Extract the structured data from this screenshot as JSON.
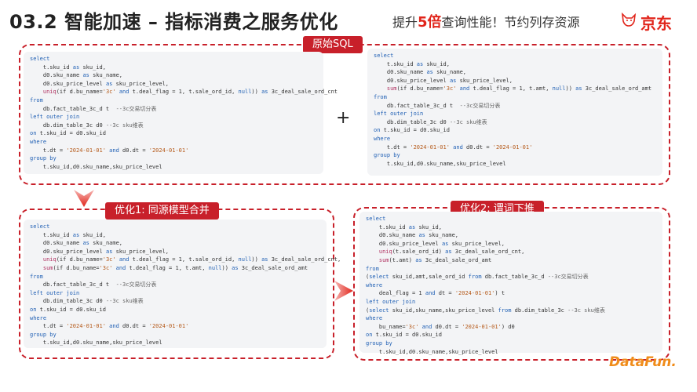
{
  "header": {
    "title": "03.2 智能加速 – 指标消费之服务优化",
    "subtitle_prefix": "提升",
    "subtitle_highlight": "5倍",
    "subtitle_suffix": "查询性能！节约列存资源",
    "logo_text": "京东"
  },
  "top_panel": {
    "label": "原始SQL"
  },
  "bottom_left_panel": {
    "label": "优化1: 同源模型合并"
  },
  "bottom_right_panel": {
    "label": "优化2: 谓词下推"
  },
  "plus_sign": "+",
  "footer": {
    "brand": "DataFun."
  },
  "code_blocks": {
    "top_left": [
      "select",
      "    t.sku_id as sku_id,",
      "    d0.sku_name as sku_name,",
      "    d0.sku_price_level as sku_price_level,",
      "    uniq(if d.bu_name='3c' and t.deal_flag = 1, t.sale_ord_id, null)) as 3c_deal_sale_ord_cnt",
      "from",
      "    db.fact_table_3c_d t  --3c交易切分表",
      "left outer join",
      "    db.dim_table_3c d0 --3c sku维表",
      "on t.sku_id = d0.sku_id",
      "where",
      "    t.dt = '2024-01-01' and d0.dt = '2024-01-01'",
      "group by",
      "    t.sku_id,d0.sku_name,sku_price_level"
    ],
    "top_right": [
      "select",
      "    t.sku_id as sku_id,",
      "    d0.sku_name as sku_name,",
      "    d0.sku_price_level as sku_price_level,",
      "    sum(if d.bu_name='3c' and t.deal_flag = 1, t.amt, null)) as 3c_deal_sale_ord_amt",
      "from",
      "    db.fact_table_3c_d t  --3c交易切分表",
      "left outer join",
      "    db.dim_table_3c d0 --3c sku维表",
      "on t.sku_id = d0.sku_id",
      "where",
      "    t.dt = '2024-01-01' and d0.dt = '2024-01-01'",
      "group by",
      "    t.sku_id,d0.sku_name,sku_price_level"
    ],
    "bottom_left": [
      "select",
      "    t.sku_id as sku_id,",
      "    d0.sku_name as sku_name,",
      "    d0.sku_price_level as sku_price_level,",
      "    uniq(if d.bu_name='3c' and t.deal_flag = 1, t.sale_ord_id, null)) as 3c_deal_sale_ord_cnt,",
      "    sum(if d.bu_name='3c' and t.deal_flag = 1, t.amt, null)) as 3c_deal_sale_ord_amt",
      "from",
      "    db.fact_table_3c_d t  --3c交易切分表",
      "left outer join",
      "    db.dim_table_3c d0 --3c sku维表",
      "on t.sku_id = d0.sku_id",
      "where",
      "    t.dt = '2024-01-01' and d0.dt = '2024-01-01'",
      "group by",
      "    t.sku_id,d0.sku_name,sku_price_level"
    ],
    "bottom_right": [
      "select",
      "    t.sku_id as sku_id,",
      "    d0.sku_name as sku_name,",
      "    d0.sku_price_level as sku_price_level,",
      "    uniq(t.sale_ord_id) as 3c_deal_sale_ord_cnt,",
      "    sum(t.amt) as 3c_deal_sale_ord_amt",
      "from",
      "(select sku_id,amt,sale_ord_id from db.fact_table_3c_d --3c交易切分表",
      "where",
      "    deal_flag = 1 and dt = '2024-01-01') t",
      "left outer join",
      "(select sku_id,sku_name,sku_price_level from db.dim_table_3c --3c sku维表",
      "where",
      "    bu_name='3c' and d0.dt = '2024-01-01') d0",
      "on t.sku_id = d0.sku_id",
      "group by",
      "    t.sku_id,d0.sku_name,sku_price_level"
    ]
  }
}
